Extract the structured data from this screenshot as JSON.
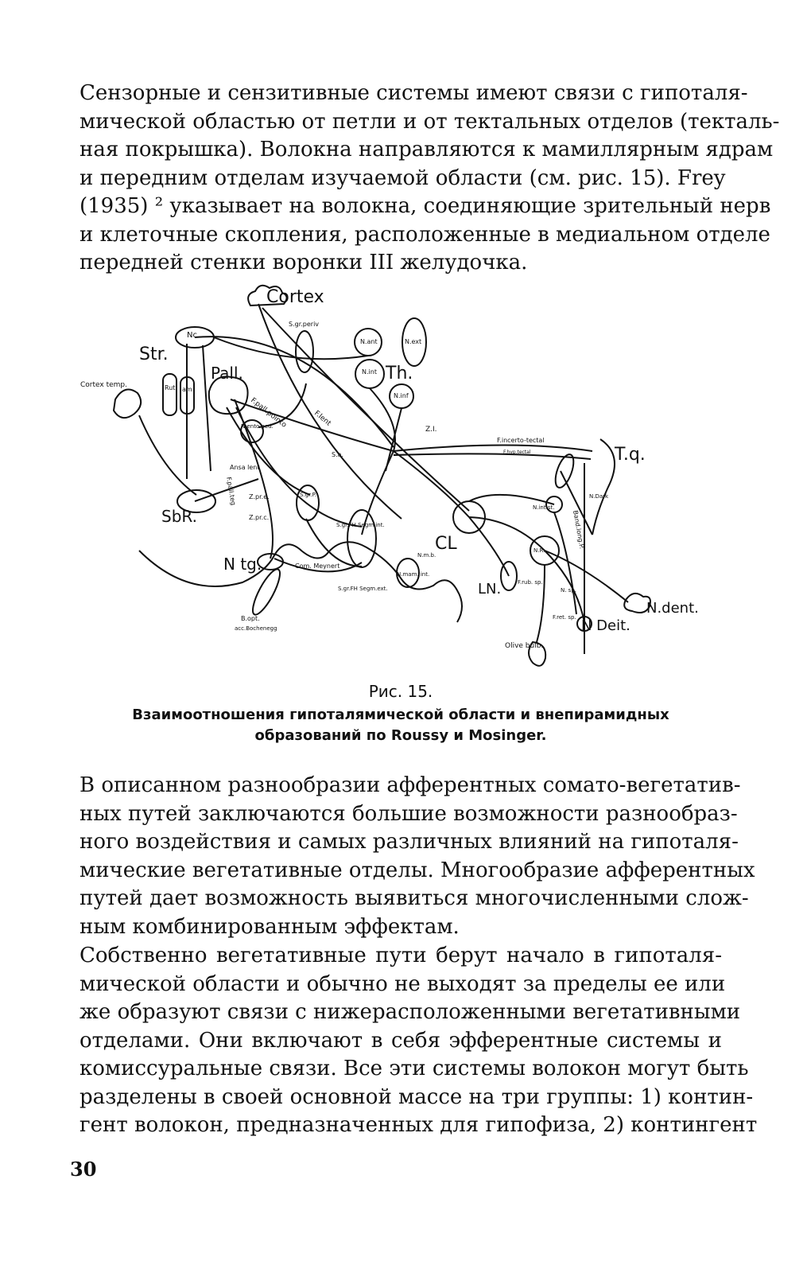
{
  "paragraphs": [
    {
      "lines": [
        "Сензорные и сензитивные системы имеют связи с гипоталя-",
        "мической областью от петли и от тектальных отделов (текталь-",
        "ная покрышка). Волокна направляются к мамиллярным ядрам",
        "и передним отделам изучаемой области (см. рис. 15). Frey",
        "(1935) ² указывает на волокна, соединяющие зрительный нерв",
        "и клеточные скопления, расположенные в медиальном отделе",
        "передней стенки воронки III желудочка."
      ]
    },
    {
      "lines": [
        "В описанном разнообразии афферентных сомато-вегетатив-",
        "ных путей заключаются большие возможности разнообраз-",
        "ного воздействия и самых различных влияний на гипоталя-",
        "мические вегетативные отделы. Многообразие афферентных",
        "путей дает возможность выявиться многочисленными слож-",
        "ным комбинированным эффектам."
      ]
    },
    {
      "lines": [
        "Собственно вегетативные пути берут начало в гипоталя-",
        "мической области и обычно не выходят за пределы ее или",
        "же образуют связи с нижерасположенными вегетативными",
        "отделами. Они включают в себя эфферентные системы и",
        "комиссуральные связи. Все эти системы волокон могут быть",
        "разделены в своей основной массе на три группы: 1) контин-",
        "гент волокон, предназначенных для гипофиза, 2) контингент"
      ]
    }
  ],
  "figure": {
    "labels": {
      "cortex": "Cortex",
      "str": "Str.",
      "cortex_temp": "Cortex temp.",
      "rut": "Rut",
      "am": "am",
      "pall": "Pall.",
      "nc": "Nc",
      "sgr_periv": "S.gr.periv",
      "nant": "N.ant",
      "next": "N.ext",
      "nint": "N.int",
      "th": "Th.",
      "ninf": "N.inf",
      "f_pall_pointo": "F.pall.pointo",
      "f_lent": "F.lent",
      "zi": "Z.I.",
      "n_ento_ped": "N.ento ped.",
      "ansa_lent": "Ansa lent",
      "sa": "S.a.",
      "f_incerto_tectal": "F.incerto-tectal",
      "f_hyp_tectal": "F.hyp.tectal",
      "tq": "T.q.",
      "sbr": "SbR.",
      "f_pall_teg": "F.pall.teg",
      "zpr_e": "Z.pr.e.",
      "zpr_c": "Z.pr.c.",
      "sgrp": "S.gr.P.",
      "sgr_fh": "S.gr.FH Segm.int.",
      "n_darsk": "N.Dark",
      "n_intst": "N.int.st.",
      "cl": "CL",
      "nmd": "N.m.b.",
      "n_mam_int": "N.mam. int.",
      "ntg": "N tg.",
      "com_meynert": "Com. Meynert",
      "sgr_segm": "S.gr.FH Segm.ext.",
      "ln": "LN.",
      "fr_ret_sp": "F.rub. sp.",
      "band_long_p": "Band.long.P.",
      "nr": "N.R.",
      "n_sp": "N. sp.",
      "f_ret_sp": "F.ret. sp.",
      "n_deit": "N Deit.",
      "n_dent": "N.dent.",
      "b_opt": "B.opt.",
      "acc_bochenegg": "acc.Bochenegg",
      "olive_bulb": "Olive bulb."
    }
  },
  "caption": {
    "title": "Рис. 15.",
    "line1": "Взаимоотношения гипоталямической области и внепирамидных",
    "line2": "образований по Roussy и Mosinger."
  },
  "page_number": "30"
}
